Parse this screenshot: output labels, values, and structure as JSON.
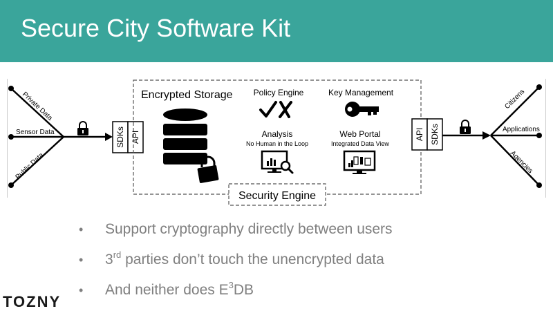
{
  "slide": {
    "title": "Secure City Software Kit",
    "header_color": "#3aa59b"
  },
  "diagram": {
    "inputs": [
      "Private Data",
      "Sensor Data",
      "Public Data"
    ],
    "outputs": [
      "Citizens",
      "Applications",
      "Agencies"
    ],
    "left_stack": [
      "SDKs",
      "API"
    ],
    "right_stack": [
      "API",
      "SDKs"
    ],
    "encrypted_storage": "Encrypted Storage",
    "policy_engine": "Policy Engine",
    "key_management": "Key Management",
    "analysis": "Analysis",
    "analysis_sub": "No Human in the Loop",
    "web_portal": "Web Portal",
    "web_portal_sub": "Integrated Data View",
    "security_engine": "Security Engine",
    "icons": [
      "lock-icon",
      "database-icon",
      "check-icon",
      "cross-icon",
      "key-icon",
      "monitor-magnifier-icon",
      "monitor-dashboard-icon"
    ]
  },
  "bullets": {
    "b1": "Support cryptography directly between users",
    "b2_pre": "3",
    "b2_sup": "rd",
    "b2_post": " parties don’t touch the unencrypted data",
    "b3_pre": "And neither does E",
    "b3_sup": "3",
    "b3_post": "DB",
    "marker": "•"
  },
  "logo": {
    "text": "TOZNY"
  }
}
